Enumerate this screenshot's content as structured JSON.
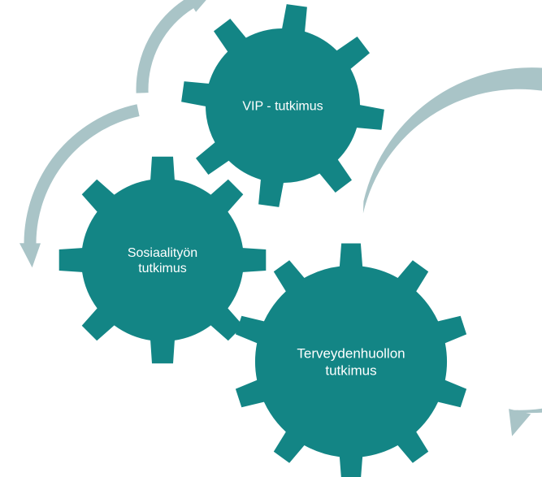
{
  "colors": {
    "gear": "#138585",
    "arrow": "#a9c4c7",
    "label": "#ffffff",
    "background": "#ffffff"
  },
  "gears": [
    {
      "id": "vip",
      "lines": [
        "VIP - tutkimus"
      ]
    },
    {
      "id": "sosiaalityön",
      "lines": [
        "Sosiaalityön",
        "tutkimus"
      ]
    },
    {
      "id": "terveydenhuollon",
      "lines": [
        "Terveydenhuollon",
        "tutkimus"
      ]
    }
  ],
  "arrows": [
    {
      "id": "arrow-top-left",
      "direction": "clockwise",
      "icon": "curved-arrow-icon"
    },
    {
      "id": "arrow-left",
      "direction": "counter-clockwise",
      "icon": "curved-arrow-icon"
    },
    {
      "id": "arrow-right",
      "direction": "clockwise",
      "icon": "curved-arrow-icon"
    }
  ]
}
